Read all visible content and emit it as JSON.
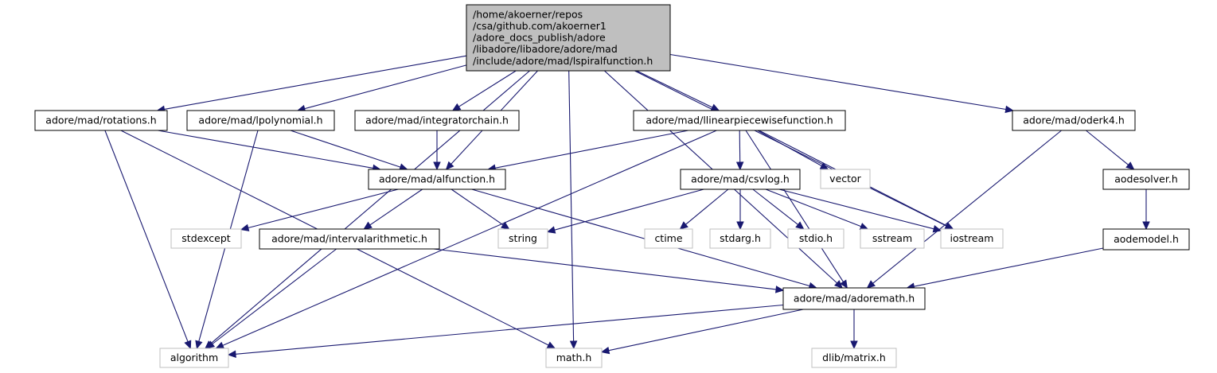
{
  "colors": {
    "edge": "#191970",
    "root_fill": "#bfbfbf",
    "root_stroke": "#000000",
    "local_stroke": "#000000",
    "external_stroke": "#bfbfbf",
    "external_text": "#555555"
  },
  "nodes": [
    {
      "id": "root",
      "kind": "root",
      "lines": [
        "/home/akoerner/repos",
        "/csa/github.com/akoerner1",
        "/adore_docs_publish/adore",
        "/libadore/libadore/adore/mad",
        "/include/adore/mad/lspiralfunction.h"
      ]
    },
    {
      "id": "algorithm",
      "kind": "external",
      "lines": [
        "algorithm"
      ]
    },
    {
      "id": "rotations",
      "kind": "local",
      "lines": [
        "adore/mad/rotations.h"
      ]
    },
    {
      "id": "lpolynomial",
      "kind": "local",
      "lines": [
        "adore/mad/lpolynomial.h"
      ]
    },
    {
      "id": "integratorchain",
      "kind": "local",
      "lines": [
        "adore/mad/integratorchain.h"
      ]
    },
    {
      "id": "alfunction",
      "kind": "local",
      "lines": [
        "adore/mad/alfunction.h"
      ]
    },
    {
      "id": "math",
      "kind": "external",
      "lines": [
        "math.h"
      ]
    },
    {
      "id": "llinear",
      "kind": "local",
      "lines": [
        "adore/mad/llinearpiecewisefunction.h"
      ]
    },
    {
      "id": "oderk4",
      "kind": "local",
      "lines": [
        "adore/mad/oderk4.h"
      ]
    },
    {
      "id": "adoremath",
      "kind": "local",
      "lines": [
        "adore/mad/adoremath.h"
      ]
    },
    {
      "id": "iostream",
      "kind": "external",
      "lines": [
        "iostream"
      ]
    },
    {
      "id": "stdexcept",
      "kind": "external",
      "lines": [
        "stdexcept"
      ]
    },
    {
      "id": "intervalarith",
      "kind": "local",
      "lines": [
        "adore/mad/intervalarithmetic.h"
      ]
    },
    {
      "id": "string",
      "kind": "external",
      "lines": [
        "string"
      ]
    },
    {
      "id": "vector",
      "kind": "external",
      "lines": [
        "vector"
      ]
    },
    {
      "id": "csvlog",
      "kind": "local",
      "lines": [
        "adore/mad/csvlog.h"
      ]
    },
    {
      "id": "ctime",
      "kind": "external",
      "lines": [
        "ctime"
      ]
    },
    {
      "id": "stdarg",
      "kind": "external",
      "lines": [
        "stdarg.h"
      ]
    },
    {
      "id": "stdio",
      "kind": "external",
      "lines": [
        "stdio.h"
      ]
    },
    {
      "id": "sstream",
      "kind": "external",
      "lines": [
        "sstream"
      ]
    },
    {
      "id": "aodesolver",
      "kind": "local",
      "lines": [
        "aodesolver.h"
      ]
    },
    {
      "id": "aodemodel",
      "kind": "local",
      "lines": [
        "aodemodel.h"
      ]
    },
    {
      "id": "dlibmatrix",
      "kind": "external",
      "lines": [
        "dlib/matrix.h"
      ]
    }
  ],
  "edges": [
    [
      "root",
      "algorithm"
    ],
    [
      "root",
      "rotations"
    ],
    [
      "root",
      "lpolynomial"
    ],
    [
      "root",
      "integratorchain"
    ],
    [
      "root",
      "alfunction"
    ],
    [
      "root",
      "math"
    ],
    [
      "root",
      "llinear"
    ],
    [
      "root",
      "oderk4"
    ],
    [
      "root",
      "adoremath"
    ],
    [
      "root",
      "iostream"
    ],
    [
      "rotations",
      "algorithm"
    ],
    [
      "rotations",
      "alfunction"
    ],
    [
      "rotations",
      "math"
    ],
    [
      "lpolynomial",
      "algorithm"
    ],
    [
      "lpolynomial",
      "alfunction"
    ],
    [
      "integratorchain",
      "alfunction"
    ],
    [
      "alfunction",
      "stdexcept"
    ],
    [
      "alfunction",
      "intervalarith"
    ],
    [
      "alfunction",
      "string"
    ],
    [
      "alfunction",
      "adoremath"
    ],
    [
      "llinear",
      "alfunction"
    ],
    [
      "llinear",
      "algorithm"
    ],
    [
      "llinear",
      "csvlog"
    ],
    [
      "llinear",
      "vector"
    ],
    [
      "llinear",
      "iostream"
    ],
    [
      "llinear",
      "adoremath"
    ],
    [
      "oderk4",
      "aodesolver"
    ],
    [
      "oderk4",
      "adoremath"
    ],
    [
      "aodesolver",
      "aodemodel"
    ],
    [
      "aodemodel",
      "adoremath"
    ],
    [
      "intervalarith",
      "algorithm"
    ],
    [
      "intervalarith",
      "adoremath"
    ],
    [
      "csvlog",
      "string"
    ],
    [
      "csvlog",
      "ctime"
    ],
    [
      "csvlog",
      "stdarg"
    ],
    [
      "csvlog",
      "stdio"
    ],
    [
      "csvlog",
      "sstream"
    ],
    [
      "csvlog",
      "iostream"
    ],
    [
      "adoremath",
      "algorithm"
    ],
    [
      "adoremath",
      "math"
    ],
    [
      "adoremath",
      "dlibmatrix"
    ]
  ]
}
